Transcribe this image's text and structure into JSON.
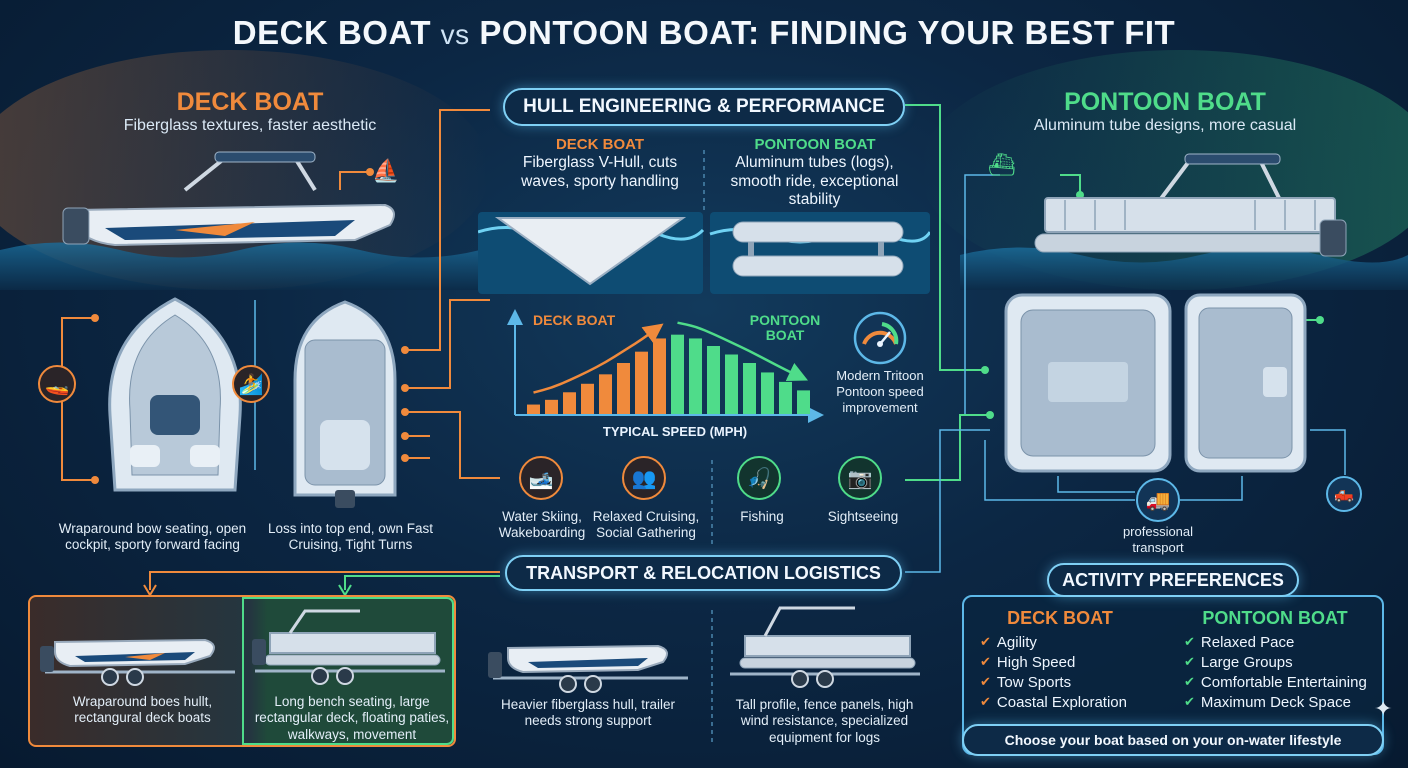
{
  "title": {
    "left": "DECK BOAT",
    "vs": "vs",
    "right": "PONTOON BOAT: FINDING YOUR BEST FIT"
  },
  "deck": {
    "heading": "DECK BOAT",
    "subtitle": "Fiberglass textures, faster aesthetic",
    "caption_left": "Wraparound bow seating, open cockpit, sporty forward facing",
    "caption_right": "Loss into top end, own Fast Cruising, Tight Turns"
  },
  "pontoon": {
    "heading": "PONTOON BOAT",
    "subtitle": "Aluminum tube designs, more casual",
    "transport_caption": "professional transport"
  },
  "hull": {
    "pill": "HULL ENGINEERING & PERFORMANCE",
    "deck_label": "DECK BOAT",
    "deck_desc": "Fiberglass V-Hull, cuts waves, sporty handling",
    "pontoon_label": "PONTOON BOAT",
    "pontoon_desc": "Aluminum tubes (logs), smooth ride, exceptional stability"
  },
  "chart_data": {
    "type": "bar",
    "series": [
      {
        "name": "DECK BOAT",
        "values": [
          1,
          1.5,
          2.3,
          3.2,
          4.2,
          5.4,
          6.6,
          8.0
        ]
      },
      {
        "name": "PONTOON BOAT",
        "values": [
          8.4,
          8.0,
          7.2,
          6.3,
          5.4,
          4.4,
          3.4,
          2.5
        ]
      }
    ],
    "xlabel": "TYPICAL SPEED (MPH)",
    "colors": {
      "deck": "#f08a3c",
      "pontoon": "#4fdc8a"
    }
  },
  "gauge": {
    "caption": "Modern Tritoon Pontoon speed improvement"
  },
  "activities_icons": [
    {
      "label": "Water Skiing, Wakeboarding",
      "icon": "water-ski-icon"
    },
    {
      "label": "Relaxed Cruising, Social Gathering",
      "icon": "group-icon"
    },
    {
      "label": "Fishing",
      "icon": "fishing-icon"
    },
    {
      "label": "Sightseeing",
      "icon": "camera-icon"
    }
  ],
  "transport": {
    "pill": "TRANSPORT & RELOCATION LOGISTICS",
    "deck_caption": "Wraparound boes hullt, rectangural deck boats",
    "pontoon_caption": "Long bench seating, large rectangular deck, floating paties, walkways, movement",
    "heavy_caption": "Heavier fiberglass hull, trailer needs strong support",
    "tall_caption": "Tall profile, fence panels, high wind resistance, specialized equipment for logs"
  },
  "activity_prefs": {
    "pill": "ACTIVITY PREFERENCES",
    "deck_label": "DECK BOAT",
    "deck_items": [
      "Agility",
      "High Speed",
      "Tow Sports",
      "Coastal Exploration"
    ],
    "pontoon_label": "PONTOON BOAT",
    "pontoon_items": [
      "Relaxed Pace",
      "Large Groups",
      "Comfortable Entertaining",
      "Maximum Deck Space"
    ],
    "cta": "Choose your boat based on your on-water lifestyle"
  }
}
